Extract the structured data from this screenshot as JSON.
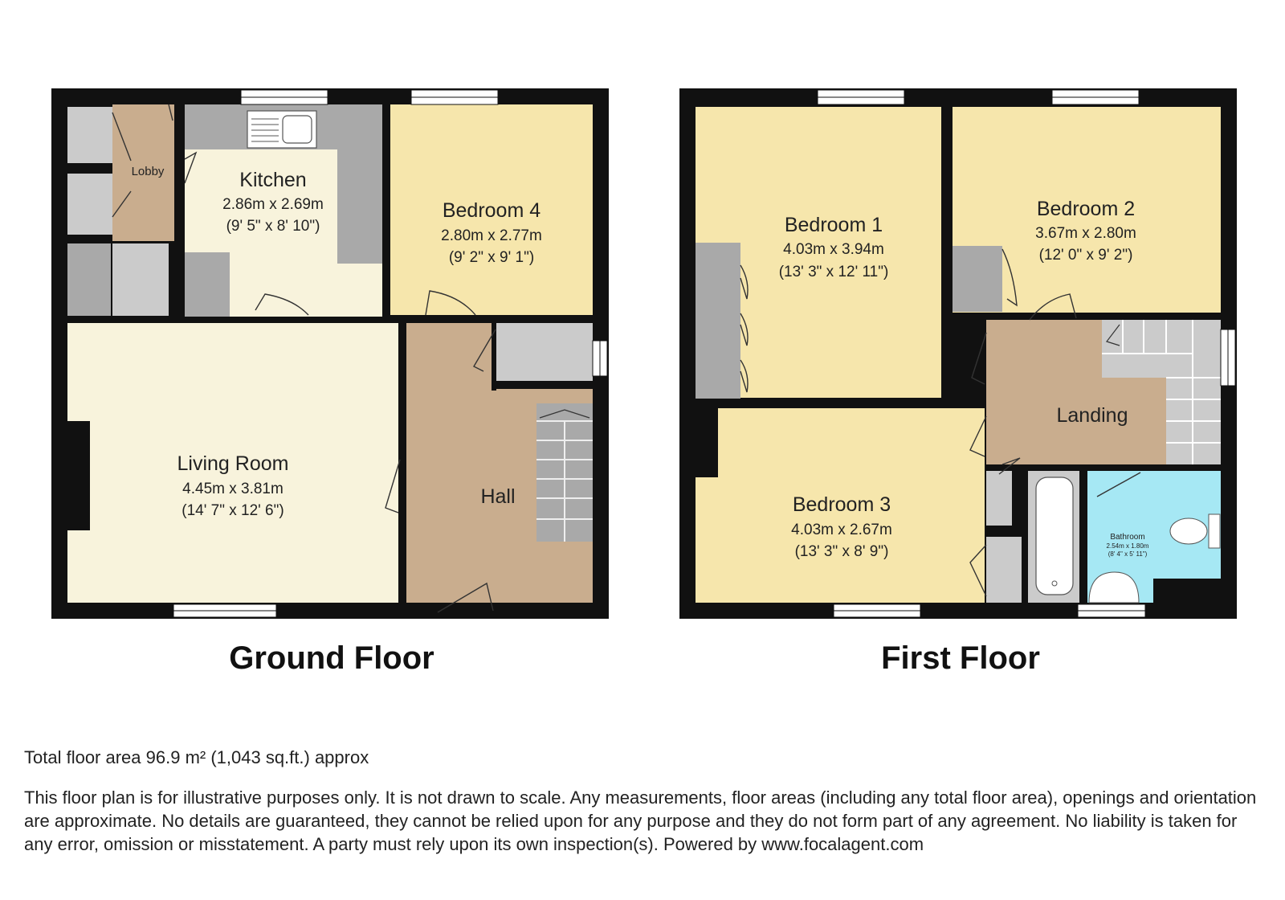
{
  "colors": {
    "wall": "#111111",
    "living": "#f8f3dc",
    "bedroom": "#f6e6ac",
    "hall": "#c9ad8e",
    "fixture": "#a9a9a9",
    "cupboard": "#cbcbcb",
    "bathroom": "#a6e8f4",
    "window": "#ffffff"
  },
  "ground_floor": {
    "title": "Ground Floor",
    "rooms": {
      "lobby": {
        "name": "Lobby"
      },
      "kitchen": {
        "name": "Kitchen",
        "dim_m": "2.86m x 2.69m",
        "dim_ft": "(9' 5\" x 8' 10\")"
      },
      "bedroom4": {
        "name": "Bedroom 4",
        "dim_m": "2.80m x 2.77m",
        "dim_ft": "(9' 2\" x 9' 1\")"
      },
      "living": {
        "name": "Living Room",
        "dim_m": "4.45m x 3.81m",
        "dim_ft": "(14' 7\" x 12' 6\")"
      },
      "hall": {
        "name": "Hall"
      }
    }
  },
  "first_floor": {
    "title": "First Floor",
    "rooms": {
      "bedroom1": {
        "name": "Bedroom 1",
        "dim_m": "4.03m x 3.94m",
        "dim_ft": "(13' 3\" x 12' 11\")"
      },
      "bedroom2": {
        "name": "Bedroom 2",
        "dim_m": "3.67m x 2.80m",
        "dim_ft": "(12' 0\" x 9' 2\")"
      },
      "bedroom3": {
        "name": "Bedroom 3",
        "dim_m": "4.03m x 2.67m",
        "dim_ft": "(13' 3\" x 8' 9\")"
      },
      "landing": {
        "name": "Landing"
      },
      "bathroom": {
        "name": "Bathroom",
        "dim_m": "2.54m x 1.80m",
        "dim_ft": "(8' 4\" x 5' 11\")"
      }
    }
  },
  "footer": {
    "total_area": "Total floor area 96.9 m² (1,043 sq.ft.) approx",
    "disclaimer": "This floor plan is for illustrative purposes only. It is not drawn to scale. Any measurements, floor areas (including any total floor area), openings and orientation are approximate. No details are guaranteed, they cannot be relied upon for any purpose and they do not form part of any agreement. No liability is taken for any error, omission or misstatement. A party must rely upon its own inspection(s). Powered by www.focalagent.com"
  }
}
